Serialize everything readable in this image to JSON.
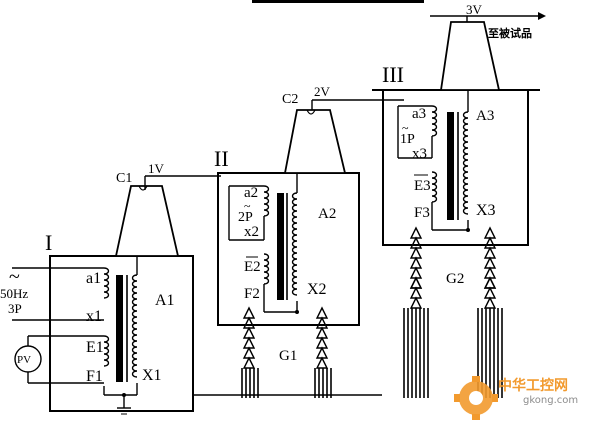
{
  "stages": {
    "s1": {
      "roman": "I",
      "bushing": "C1",
      "voltage": "1V",
      "a": "a1",
      "x": "x1",
      "A": "A1",
      "E": "E1",
      "F": "F1",
      "X": "X1"
    },
    "s2": {
      "roman": "II",
      "bushing": "C2",
      "voltage": "2V",
      "a": "a2",
      "p": "2P",
      "x": "x2",
      "A": "A2",
      "E": "E2",
      "F": "F2",
      "X": "X2"
    },
    "s3": {
      "roman": "III",
      "bushing": "",
      "voltage": "3V",
      "a": "a3",
      "p": "1P",
      "x": "x3",
      "A": "A3",
      "E": "E3",
      "F": "F3",
      "X": "X3"
    }
  },
  "source": {
    "ac_symbol": "~",
    "freq": "50Hz",
    "phase": "3P",
    "meter": "PV"
  },
  "insulators": {
    "g1": "G1",
    "g2": "G2"
  },
  "output_label": "至被试品",
  "watermark": {
    "text": "中华工控网",
    "url": "gkong.com"
  },
  "colors": {
    "line": "#000000",
    "watermark_orange": "#f29a2e",
    "watermark_gray": "#8c8c8c"
  }
}
